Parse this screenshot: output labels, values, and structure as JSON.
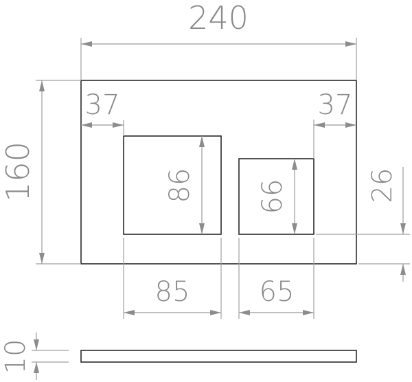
{
  "drawing": {
    "type": "technical dimension drawing",
    "units_shown": "",
    "colors": {
      "outline": "#2a2a2a",
      "dimension": "#8a8a8a",
      "background": "#ffffff"
    },
    "dimensions": {
      "overall_width": "240",
      "overall_height": "160",
      "left_margin": "37",
      "right_margin": "37",
      "left_opening_height": "86",
      "right_opening_height": "66",
      "right_opening_bottom_offset": "26",
      "left_opening_width": "85",
      "right_opening_width": "65",
      "thickness": "10"
    }
  }
}
